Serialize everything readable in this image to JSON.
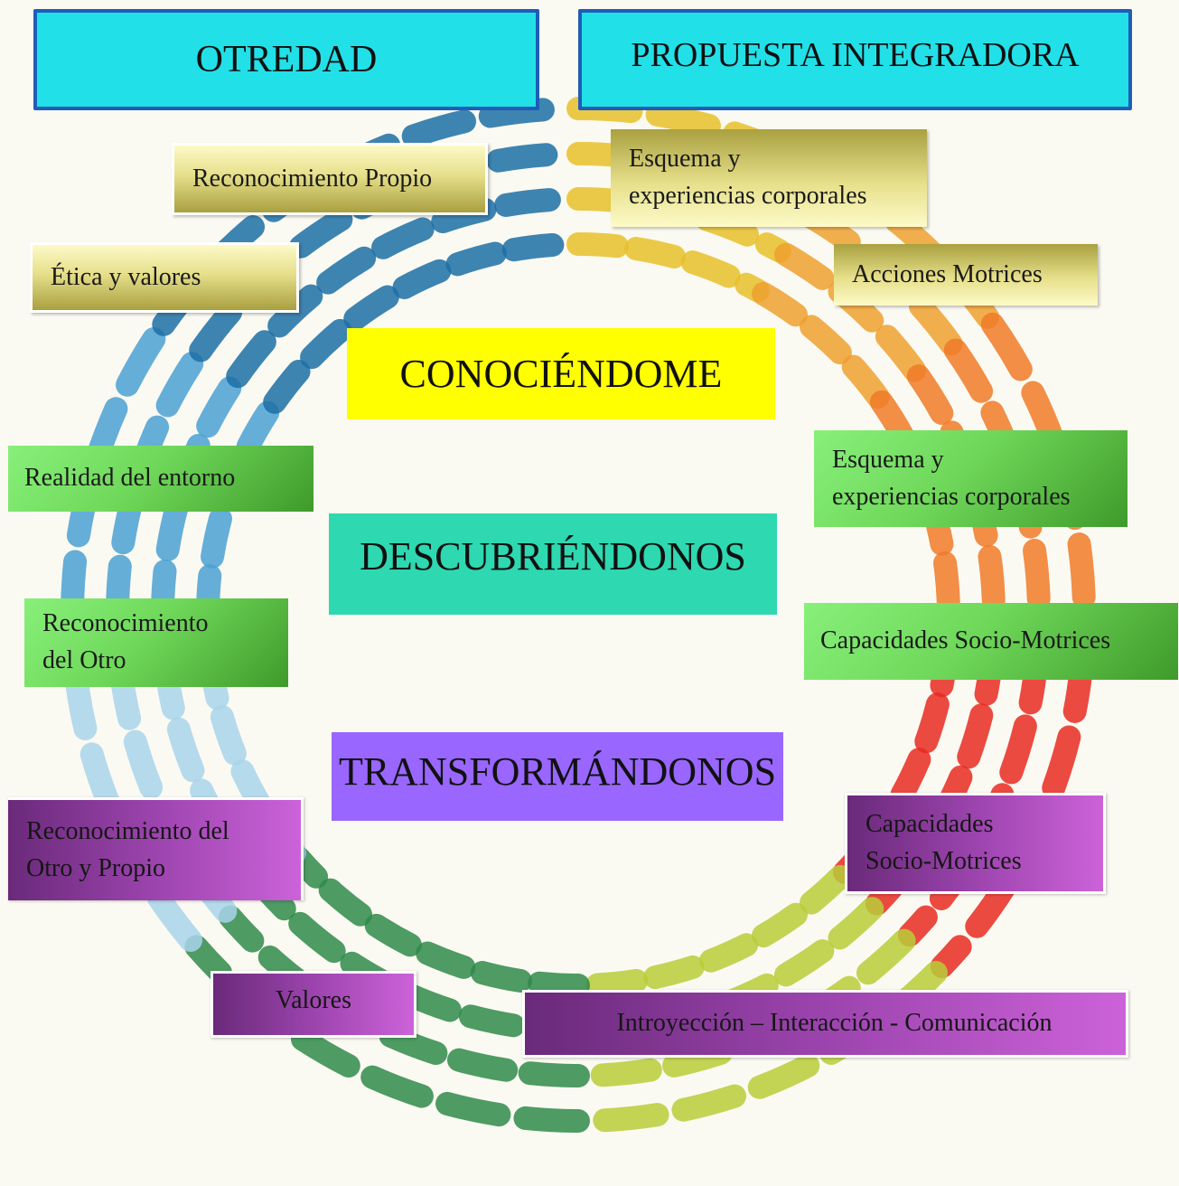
{
  "headers": {
    "otredad": "OTREDAD",
    "propuesta": "PROPUESTA INTEGRADORA"
  },
  "center": {
    "conociendome": "CONOCIÉNDOME",
    "descubriendonos": "DESCUBRIÉNDONOS",
    "transformandonos": "TRANSFORMÁNDONOS"
  },
  "left": {
    "reconocimiento_propio": "Reconocimiento Propio",
    "etica_valores": "Ética y valores",
    "realidad_entorno": "Realidad del entorno",
    "reconocimiento_otro_1": "Reconocimiento",
    "reconocimiento_otro_2": "del Otro",
    "reconocimiento_otro_propio_1": "Reconocimiento del",
    "reconocimiento_otro_propio_2": "Otro y Propio",
    "valores": "Valores"
  },
  "right": {
    "esquema_top_1": "Esquema y",
    "esquema_top_2": "experiencias corporales",
    "acciones_motrices": "Acciones Motrices",
    "esquema_mid_1": "Esquema y",
    "esquema_mid_2": "experiencias corporales",
    "capacidades_1": "Capacidades Socio-Motrices",
    "capacidades_2_line1": "Capacidades",
    "capacidades_2_line2": "Socio-Motrices",
    "introyeccion": "Introyección – Interacción - Comunicación"
  },
  "colors": {
    "header_fill": "#22e0e8",
    "header_border": "#1e5db8",
    "conociendome": "#ffff00",
    "descubriendonos": "#2ed8b0",
    "transformandonos": "#9966ff"
  }
}
